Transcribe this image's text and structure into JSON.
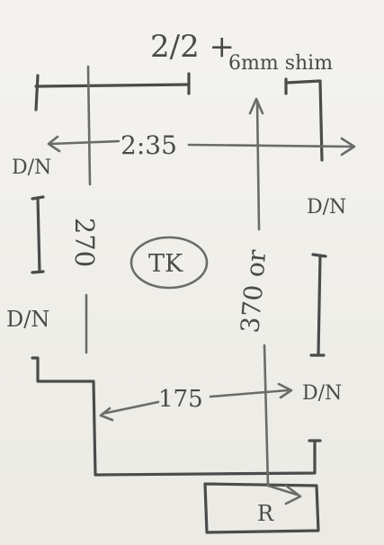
{
  "notes": {
    "header_line1": "2/2 +",
    "header_line2": "6mm shim",
    "width_dim": "2:35",
    "height_left_dim": "270",
    "height_right_dim": "370 or",
    "inner_dim": "175",
    "room_label": "TK",
    "fixture_label": "R",
    "door_marks": [
      "D/N",
      "D/N",
      "D/N",
      "D/N"
    ]
  }
}
